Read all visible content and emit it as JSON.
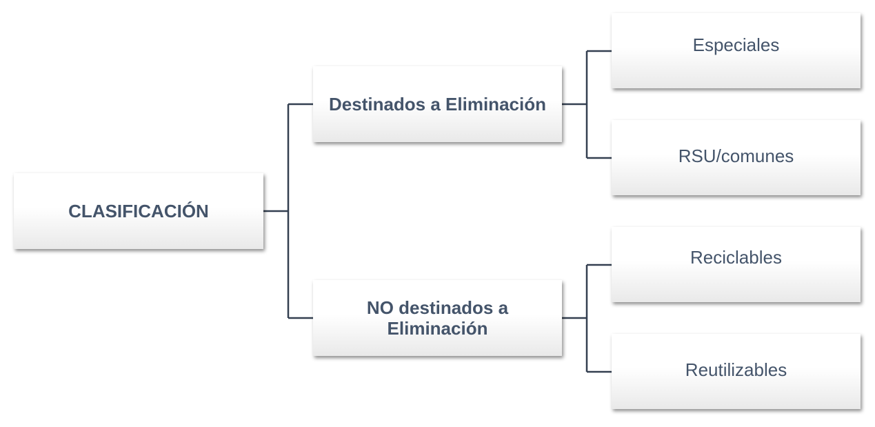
{
  "diagram": {
    "root": {
      "label": "CLASIFICACIÓN"
    },
    "branches": [
      {
        "label": "Destinados a Eliminación",
        "children": [
          {
            "label": "Especiales"
          },
          {
            "label": "RSU/comunes"
          }
        ]
      },
      {
        "label": "NO destinados a Eliminación",
        "children": [
          {
            "label": "Reciclables"
          },
          {
            "label": "Reutilizables"
          }
        ]
      }
    ]
  },
  "colors": {
    "text": "#44546a",
    "connector": "#333f50",
    "box_gradient_end": "#e9e9e9"
  }
}
